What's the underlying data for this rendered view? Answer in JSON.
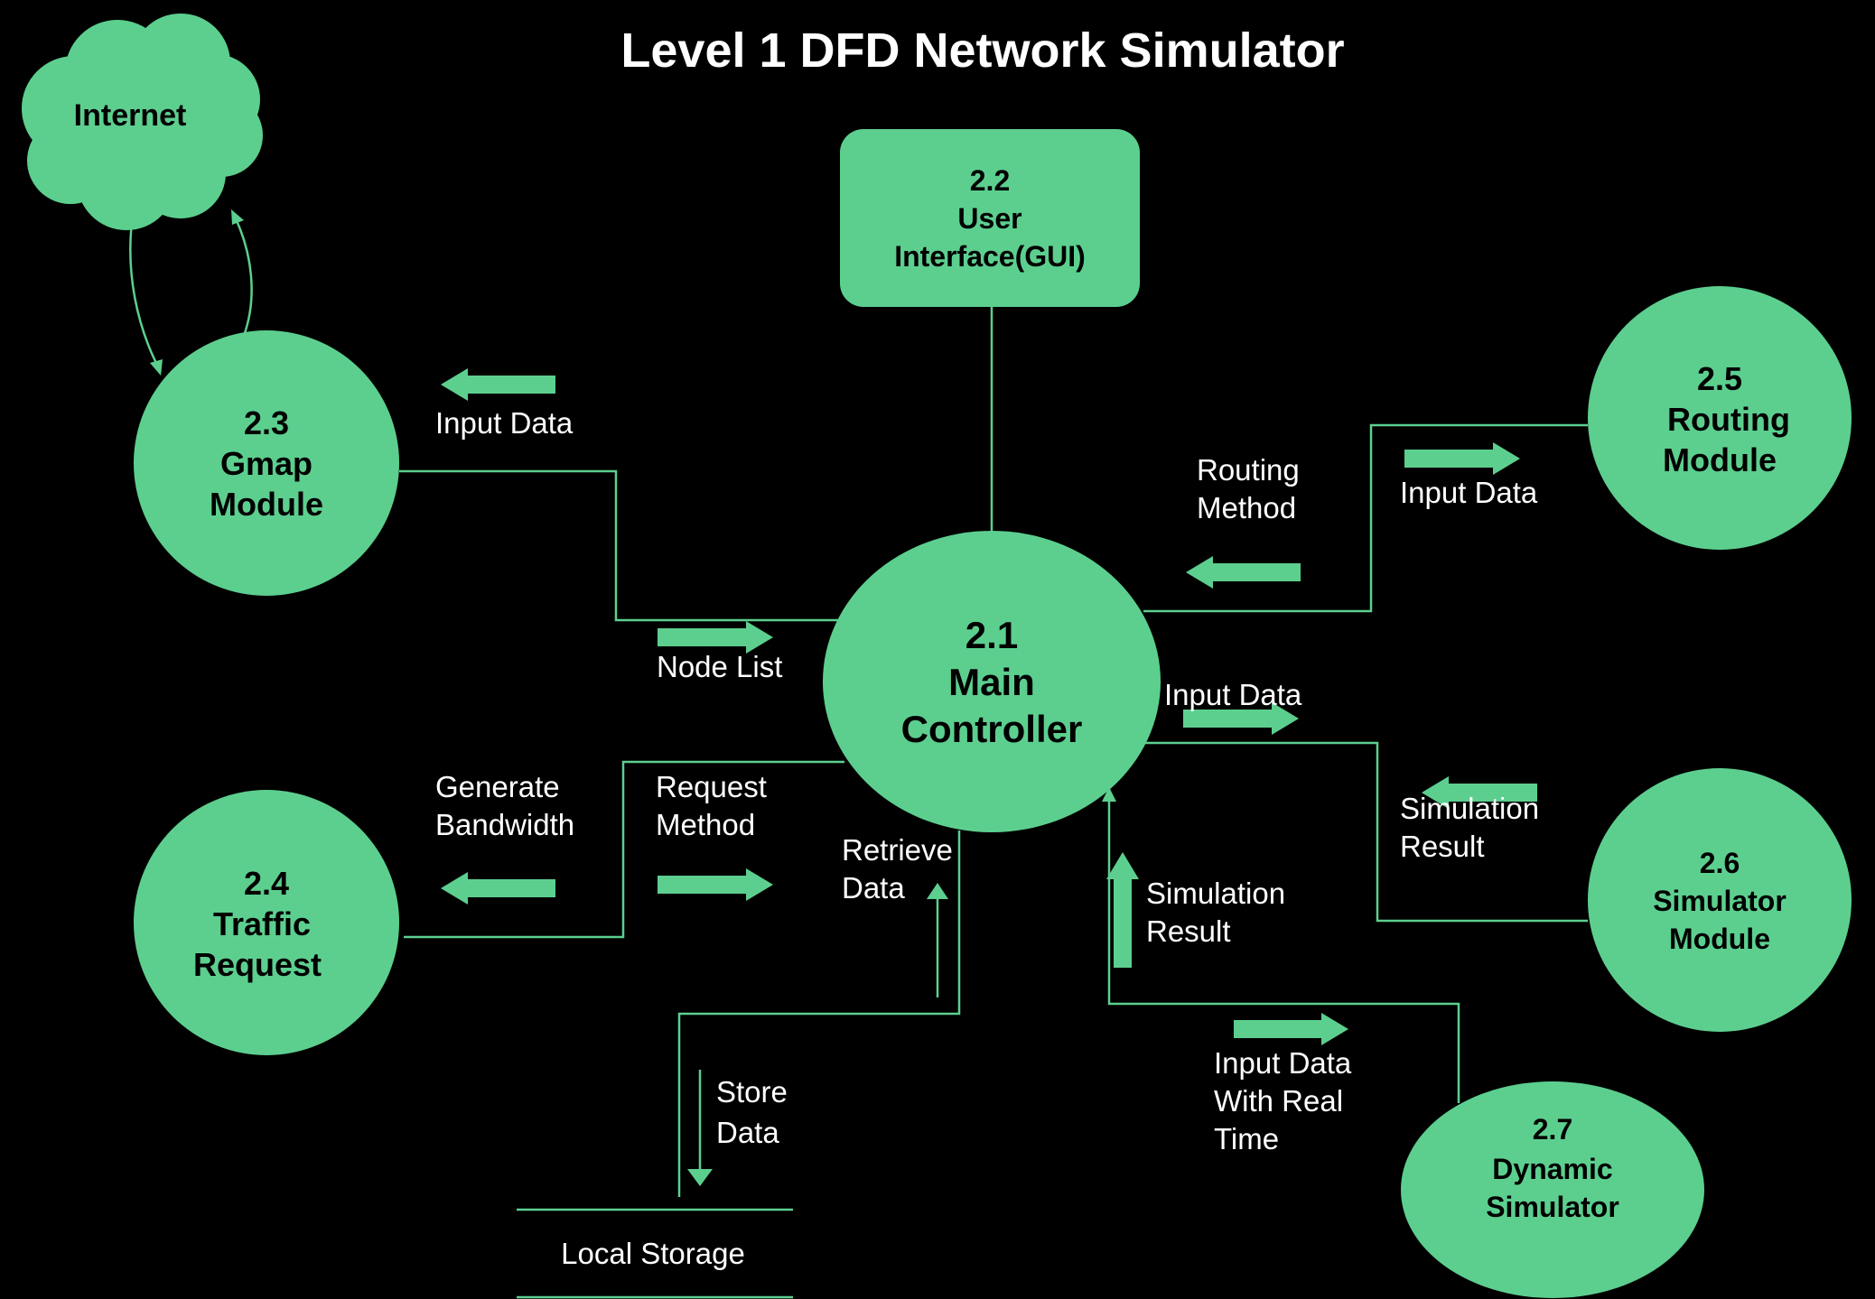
{
  "title": "Level 1 DFD Network Simulator",
  "colors": {
    "background": "#000000",
    "node": "#5ccf8f",
    "line": "#5ccf8f",
    "text_light": "#ffffff",
    "text_dark": "#000000"
  },
  "nodes": {
    "internet": {
      "label": "Internet"
    },
    "main": {
      "id": "2.1",
      "line1": "Main",
      "line2": "Controller"
    },
    "gui": {
      "id": "2.2",
      "line1": "User",
      "line2": "Interface(GUI)"
    },
    "gmap": {
      "id": "2.3",
      "line1": "Gmap",
      "line2": "Module"
    },
    "traffic": {
      "id": "2.4",
      "line1": "Traffic",
      "line2": "Request"
    },
    "routing": {
      "id": "2.5",
      "line1": "Routing",
      "line2": "Module"
    },
    "simulator": {
      "id": "2.6",
      "line1": "Simulator",
      "line2": "Module"
    },
    "dynamic": {
      "id": "2.7",
      "line1": "Dynamic",
      "line2": "Simulator"
    },
    "storage": {
      "label": "Local Storage"
    }
  },
  "flows": {
    "gmap_input": [
      "Input Data"
    ],
    "node_list": [
      "Node List"
    ],
    "generate_bandwidth": [
      "Generate",
      "Bandwidth"
    ],
    "request_method": [
      "Request",
      "Method"
    ],
    "retrieve_data": [
      "Retrieve",
      "Data"
    ],
    "store_data": [
      "Store",
      "Data"
    ],
    "routing_method": [
      "Routing",
      "Method"
    ],
    "routing_input": [
      "Input Data"
    ],
    "sim_input": [
      "Input Data"
    ],
    "sim_result_right": [
      "Simulation",
      "Result"
    ],
    "sim_result_up": [
      "Simulation",
      "Result"
    ],
    "dynamic_input": [
      "Input Data",
      "With Real",
      "Time"
    ]
  }
}
